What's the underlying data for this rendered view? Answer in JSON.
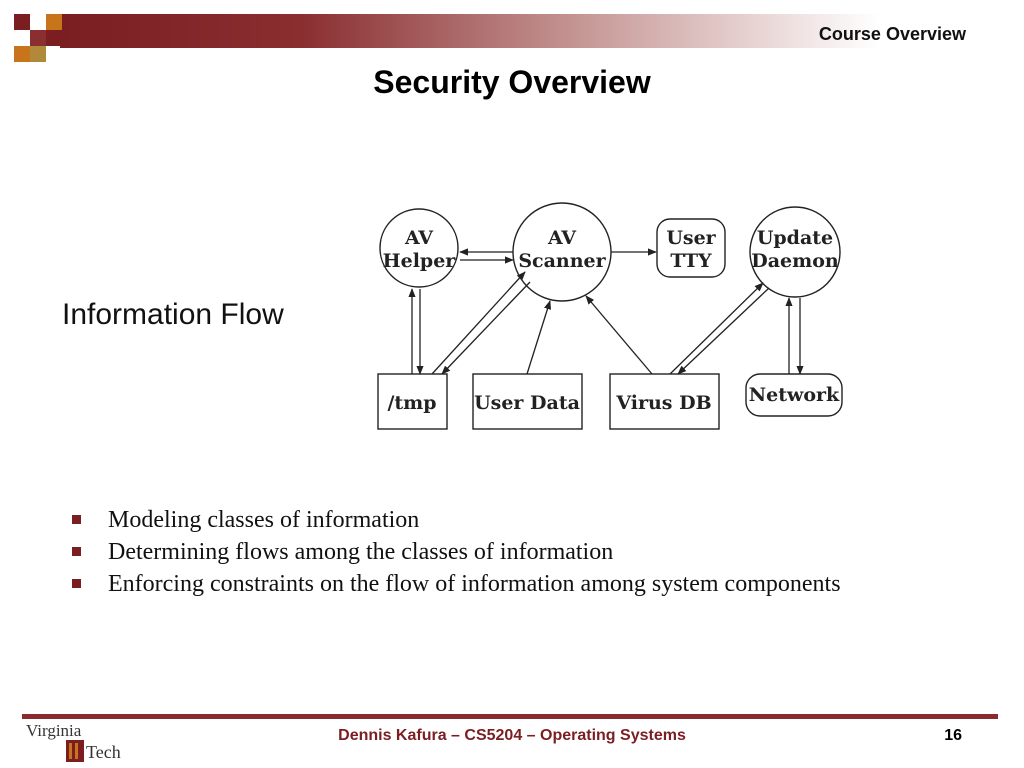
{
  "header": {
    "section_label": "Course Overview"
  },
  "slide": {
    "title": "Security Overview",
    "side_label": "Information Flow"
  },
  "diagram": {
    "nodes": {
      "av_helper": [
        "AV",
        "Helper"
      ],
      "av_scanner": [
        "AV",
        "Scanner"
      ],
      "user_tty": [
        "User",
        "TTY"
      ],
      "update_daemon": [
        "Update",
        "Daemon"
      ],
      "tmp": "/tmp",
      "user_data": "User Data",
      "virus_db": "Virus DB",
      "network": "Network"
    }
  },
  "bullets": [
    "Modeling classes of information",
    "Determining flows among the classes of information",
    "Enforcing constraints on the flow of information among system components"
  ],
  "footer": {
    "logo_text": [
      "Virginia",
      "Tech"
    ],
    "center_text": "Dennis Kafura – CS5204 – Operating Systems",
    "page_number": "16"
  },
  "colors": {
    "maroon": "#7a1e22",
    "accent_orange": "#c8741a"
  }
}
